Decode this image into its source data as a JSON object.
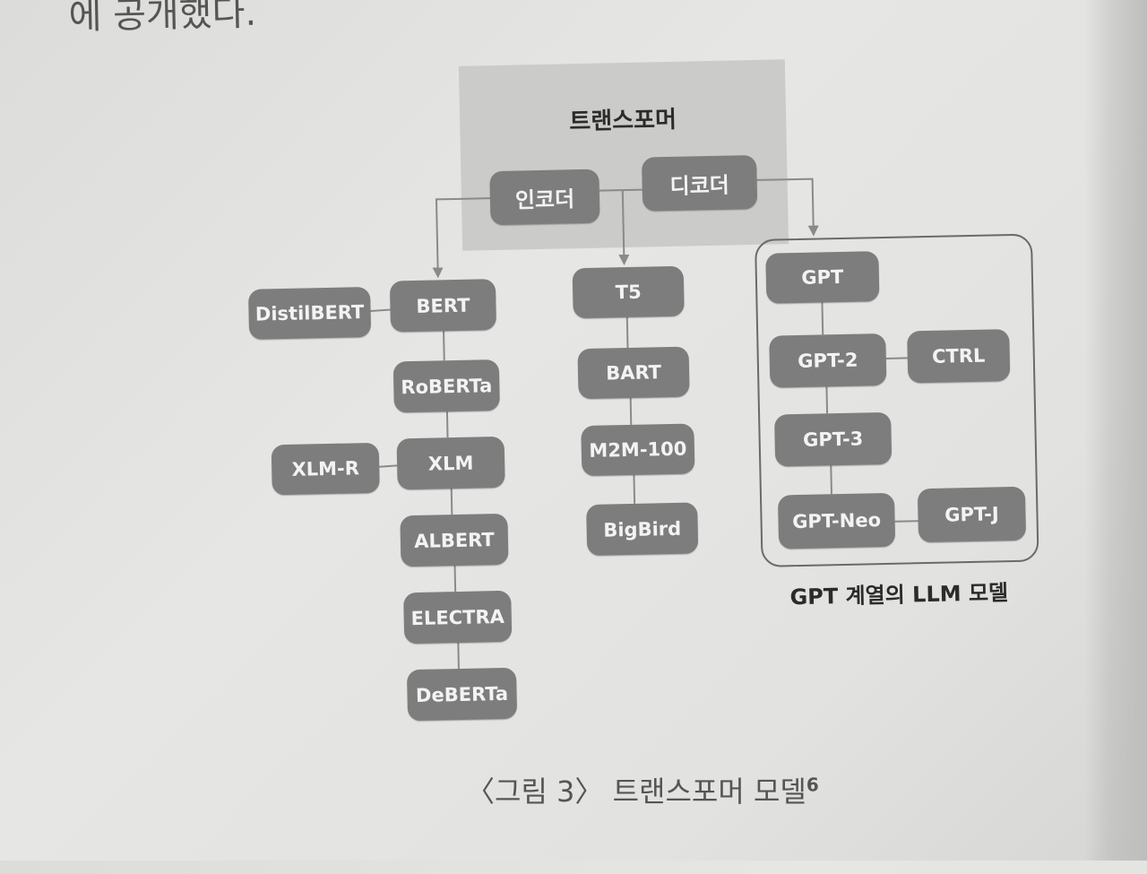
{
  "page": {
    "header_text": "에 공개했다.",
    "caption": "〈그림 3〉 트랜스포머 모델",
    "caption_footnote": "6"
  },
  "diagram": {
    "transformer": {
      "title": "트랜스포머",
      "encoder": "인코더",
      "decoder": "디코더"
    },
    "encoder_branch": {
      "main": [
        "BERT",
        "RoBERTa",
        "XLM",
        "ALBERT",
        "ELECTRA",
        "DeBERTa"
      ],
      "side_distilbert": "DistilBERT",
      "side_xlmr": "XLM-R"
    },
    "encoder_decoder_branch": [
      "T5",
      "BART",
      "M2M-100",
      "BigBird"
    ],
    "decoder_branch": {
      "main": [
        "GPT",
        "GPT-2",
        "GPT-3",
        "GPT-Neo"
      ],
      "side_ctrl": "CTRL",
      "side_gptj": "GPT-J",
      "group_label": "GPT 계열의 LLM 모델"
    },
    "colors": {
      "node_fill": "#7d7d7d",
      "node_text": "#f3f3f3",
      "transformer_box": "#cbcbc9",
      "connector": "#8a8a8a"
    }
  }
}
